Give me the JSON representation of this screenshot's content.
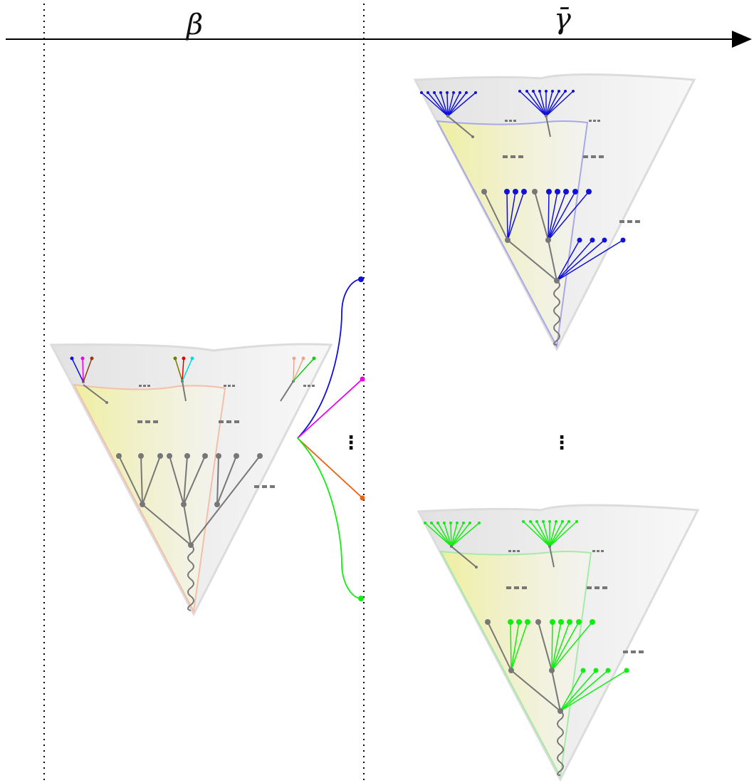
{
  "axis": {
    "label_left": "β",
    "label_right": "γ̄"
  },
  "vertical_ellipsis": "⋮",
  "colors": {
    "cone_fill": "#e6e6e6",
    "cone_edge": "#d9d9d9",
    "inner_yellow": "#eeeea0",
    "left_inner_edge": "#f2c0a8",
    "top_inner_edge": "#a8a8e8",
    "bottom_inner_edge": "#a8e8a8",
    "tree_gray": "#777777",
    "blue": "#1010dd",
    "magenta": "#ee00ee",
    "orange": "#f06010",
    "green": "#10ee10",
    "brown": "#8b3a1a"
  },
  "connectors": [
    {
      "name": "connector-blue",
      "color": "#1010dd"
    },
    {
      "name": "connector-magenta",
      "color": "#ee00ee"
    },
    {
      "name": "connector-orange",
      "color": "#f06010"
    },
    {
      "name": "connector-green",
      "color": "#10ee10"
    }
  ]
}
